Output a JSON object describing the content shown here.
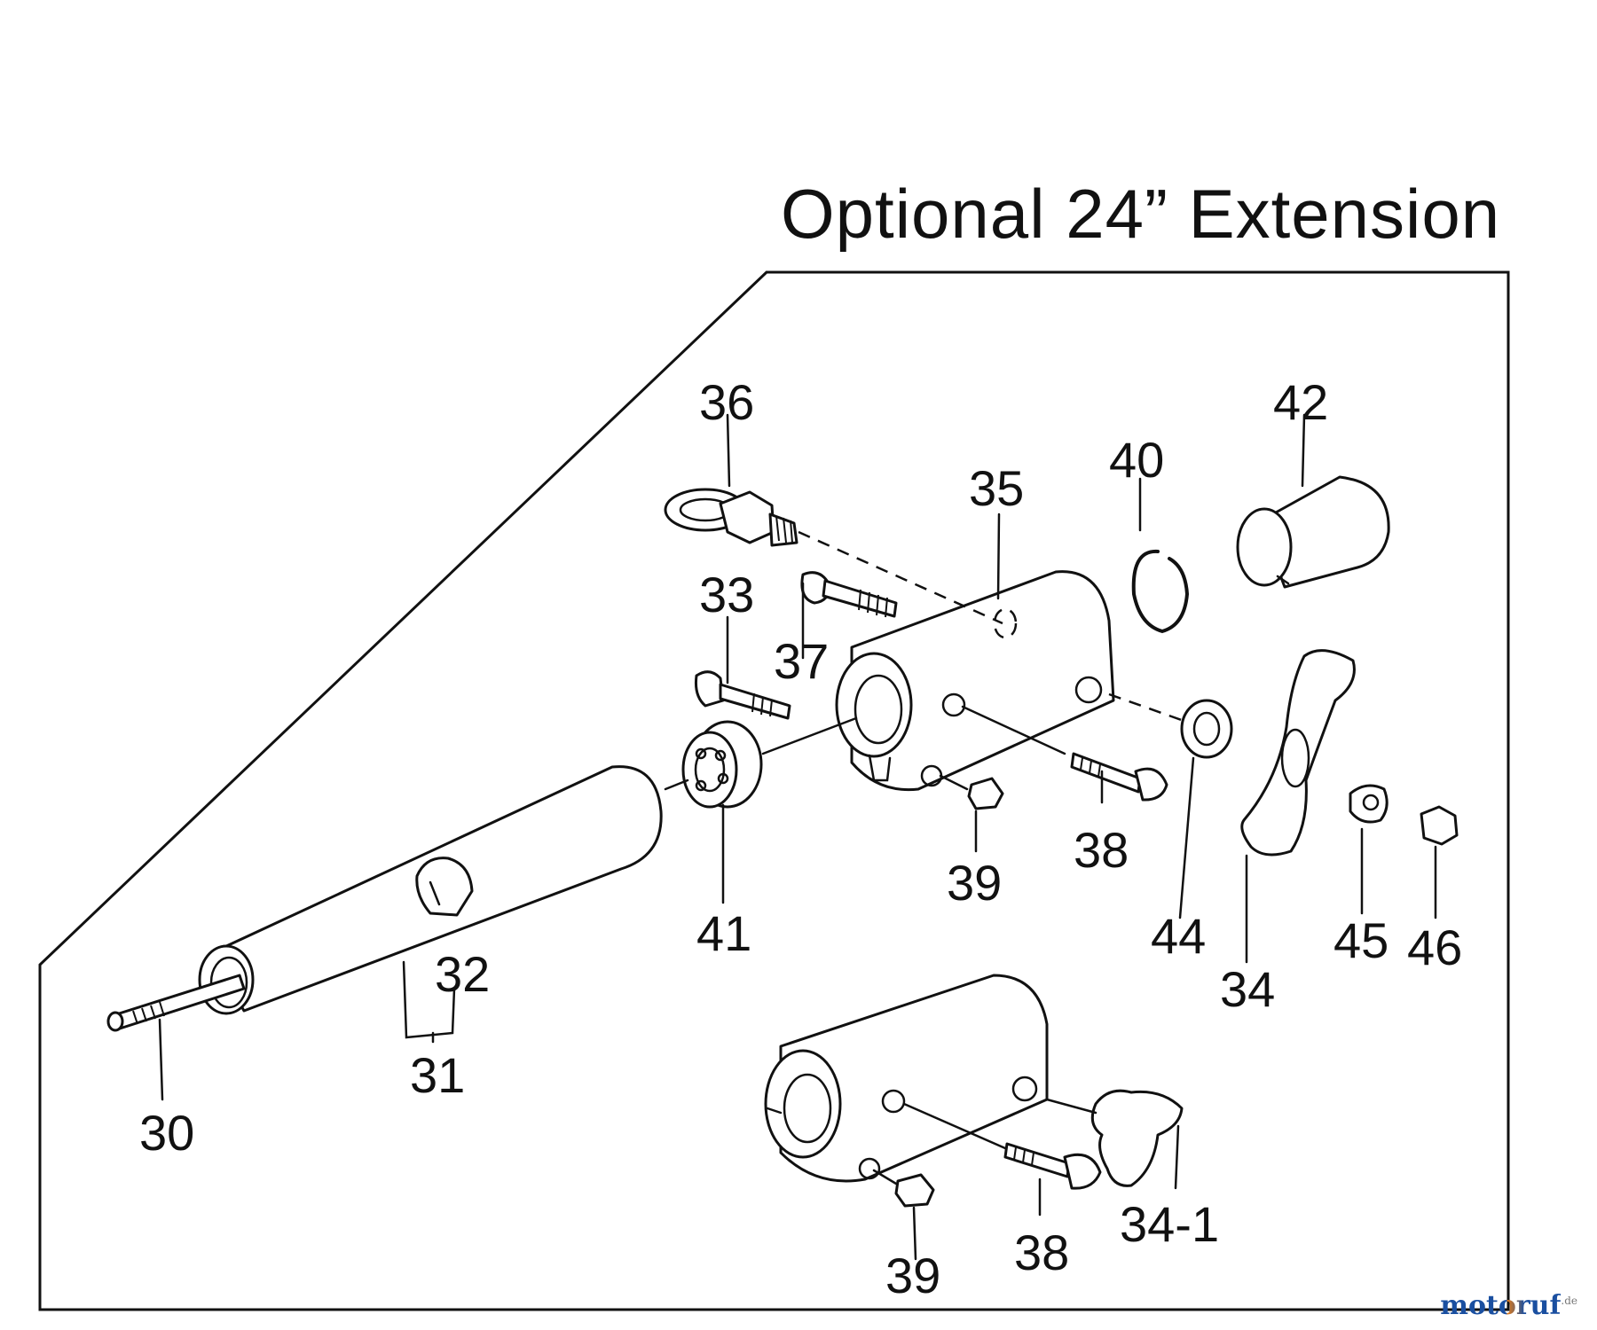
{
  "title": "Optional 24” Extension",
  "callouts": {
    "p30": "30",
    "p31": "31",
    "p32": "32",
    "p33": "33",
    "p34": "34",
    "p34_1": "34-1",
    "p35": "35",
    "p36": "36",
    "p37": "37",
    "p38a": "38",
    "p38b": "38",
    "p39a": "39",
    "p39b": "39",
    "p40": "40",
    "p41": "41",
    "p42": "42",
    "p44": "44",
    "p45": "45",
    "p46": "46"
  },
  "watermark": {
    "brand": "motoruf",
    "suffix": ".de",
    "colors": {
      "primary": "#1a4fa0",
      "accent": "#e07a1a"
    }
  }
}
